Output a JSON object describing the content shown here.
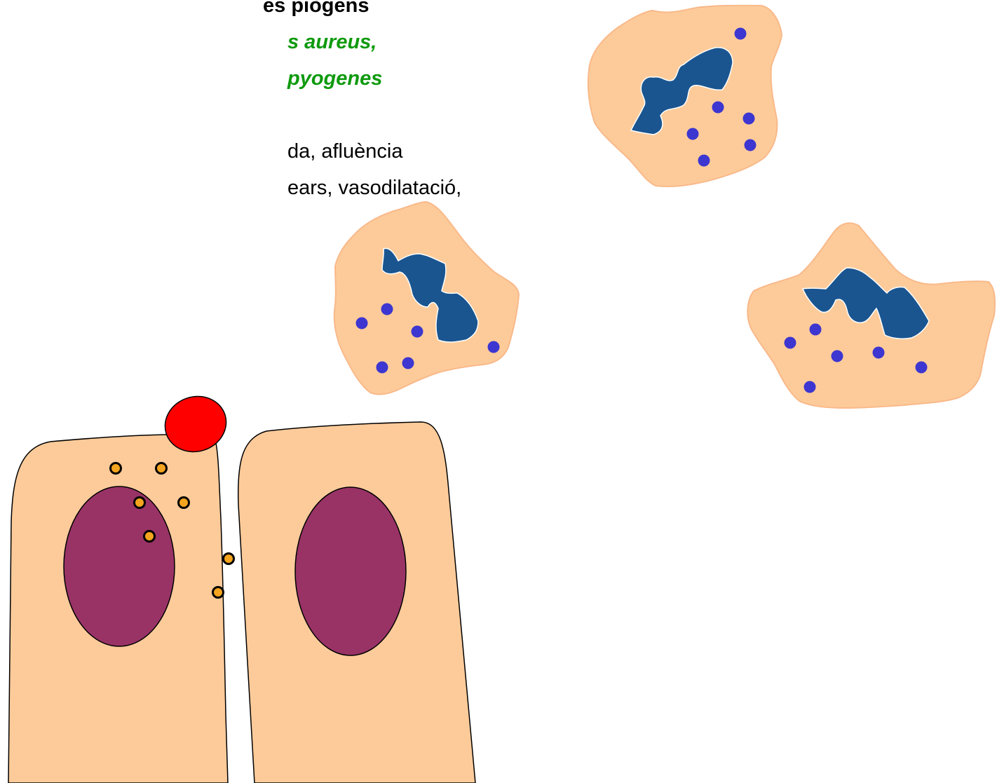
{
  "slide": {
    "text": {
      "heading": "es piògens",
      "species": [
        "s aureus,",
        "pyogenes"
      ],
      "description": [
        "da, afluència",
        "ears, vasodilatació,"
      ]
    }
  },
  "colors": {
    "cell_cytoplasm": "#fdcb9a",
    "cell_cytoplasm_edge": "#f9b98a",
    "epithelial_nucleus": "#993366",
    "neutrophil_nucleus": "#1a5590",
    "granule": "#3d36d0",
    "bacterium": "#ff0000",
    "toxin_vesicle_fill": "#f4a41e",
    "species_text": "#0e9a0e",
    "outline": "#000000"
  },
  "icons": {
    "epithelial_cell": "epithelial-cell-icon",
    "neutrophil": "neutrophil-icon",
    "bacterium": "bacterium-icon",
    "toxin_vesicle": "toxin-vesicle-icon"
  }
}
